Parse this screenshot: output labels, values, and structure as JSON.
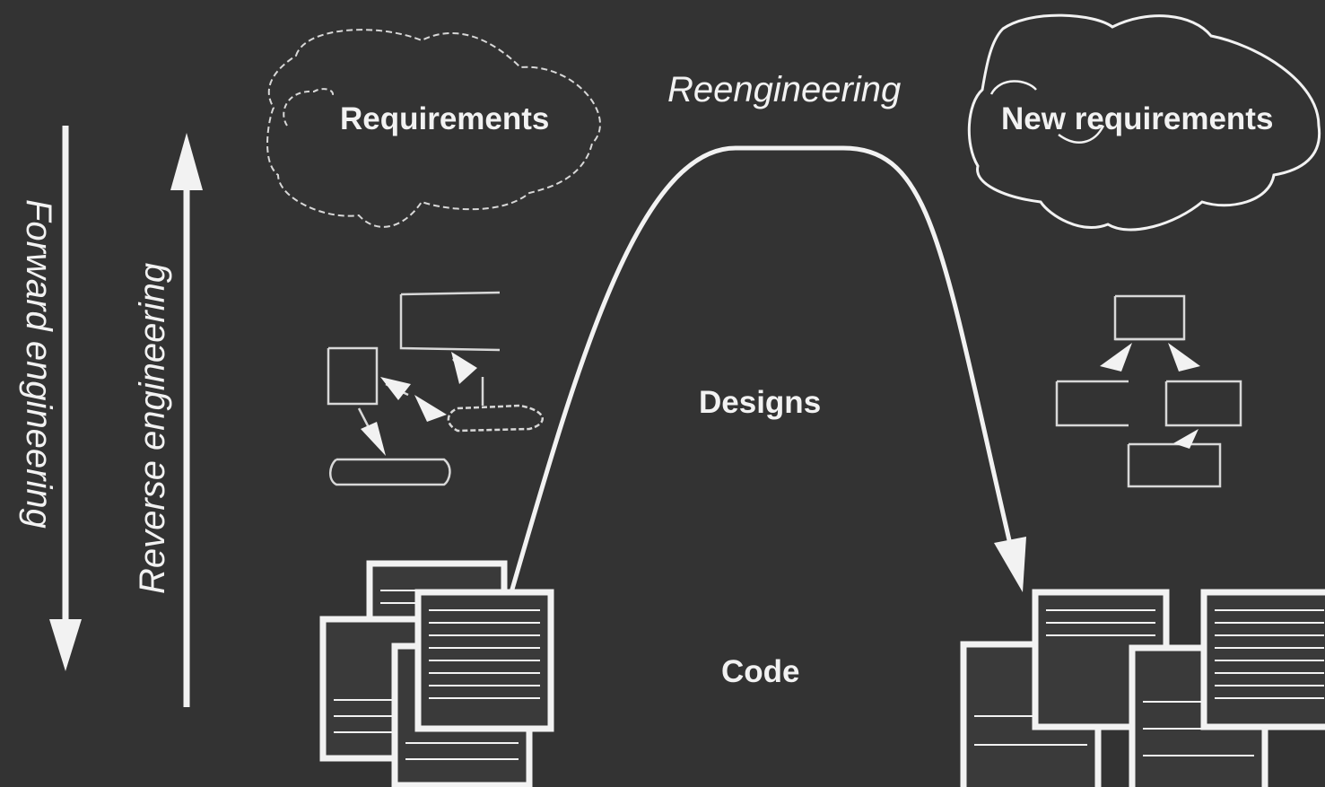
{
  "diagram": {
    "labels": {
      "forward": "Forward engineering",
      "reverse": "Reverse engineering",
      "reengineering": "Reengineering",
      "requirements": "Requirements",
      "new_requirements": "New requirements",
      "designs": "Designs",
      "code": "Code"
    },
    "colors": {
      "background": "#333333",
      "stroke": "#f2f2f2",
      "dim": "#cfcfcf",
      "page_fill": "#3a3a3a"
    }
  }
}
